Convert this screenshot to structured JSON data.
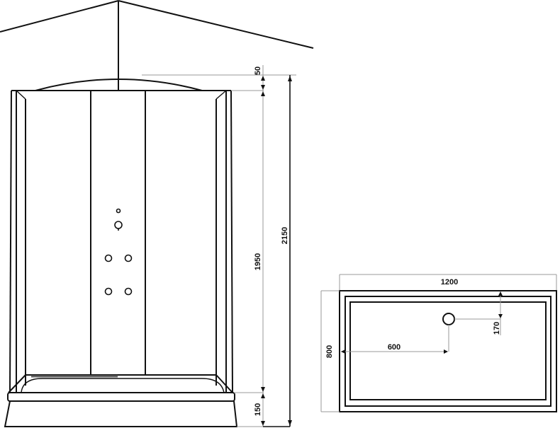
{
  "drawing": {
    "title": "Shower cabin dimensional drawing",
    "views": [
      "front-elevation",
      "plan-view"
    ]
  },
  "elevation": {
    "dimensions": {
      "roof_height": "50",
      "cabin_height": "1950",
      "tray_height": "150",
      "total_height": "2150"
    },
    "features": {
      "overhead_shower": "rain-shower-icon",
      "handheld_shower": "shower-head-icon",
      "massage_jets_count": "4"
    }
  },
  "plan": {
    "dimensions": {
      "width": "1200",
      "depth": "800",
      "drain_offset_x": "600",
      "drain_offset_y": "170"
    },
    "features": {
      "drain": "drain-icon"
    }
  }
}
